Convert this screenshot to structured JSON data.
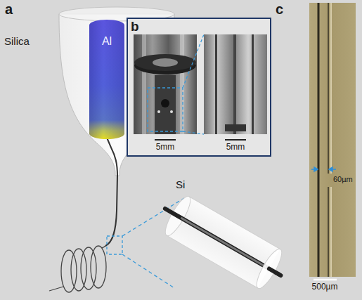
{
  "diagram": {
    "nodes": [
      {
        "text": [
          "Al"
        ]
      },
      {
        "text": [
          "b",
          "5mm",
          "5mm"
        ]
      }
    ],
    "labels": [
      "a",
      "Silica",
      "Si",
      "c",
      "60µm",
      "500µm"
    ]
  }
}
